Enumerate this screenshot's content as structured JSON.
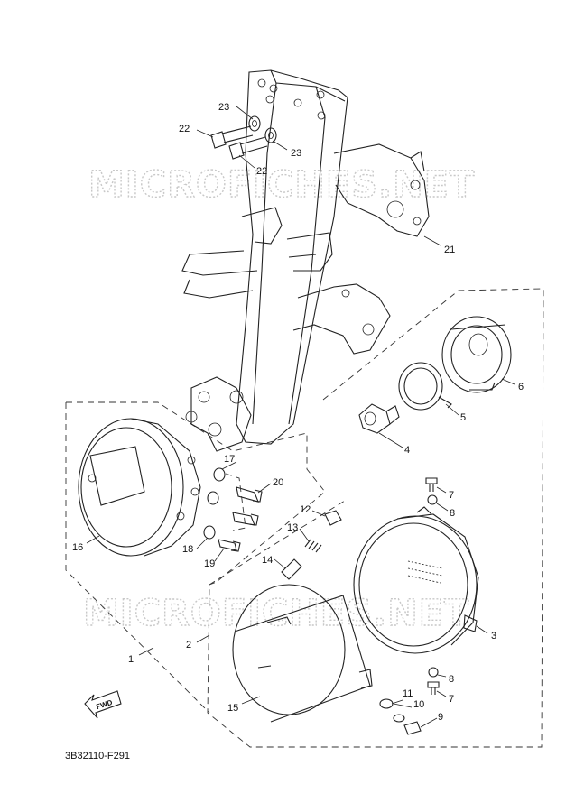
{
  "diagram": {
    "code": "3B32110-F291",
    "fwd_label": "FWD",
    "watermark": "MICROFICHES.NET",
    "callouts": {
      "c1": "1",
      "c2": "2",
      "c3": "3",
      "c4": "4",
      "c5": "5",
      "c6": "6",
      "c7a": "7",
      "c7b": "7",
      "c8a": "8",
      "c8b": "8",
      "c9": "9",
      "c10": "10",
      "c11": "11",
      "c12": "12",
      "c13": "13",
      "c14": "14",
      "c15": "15",
      "c16": "16",
      "c17": "17",
      "c18": "18",
      "c19": "19",
      "c20": "20",
      "c21": "21",
      "c22a": "22",
      "c22b": "22",
      "c23a": "23",
      "c23b": "23"
    }
  }
}
